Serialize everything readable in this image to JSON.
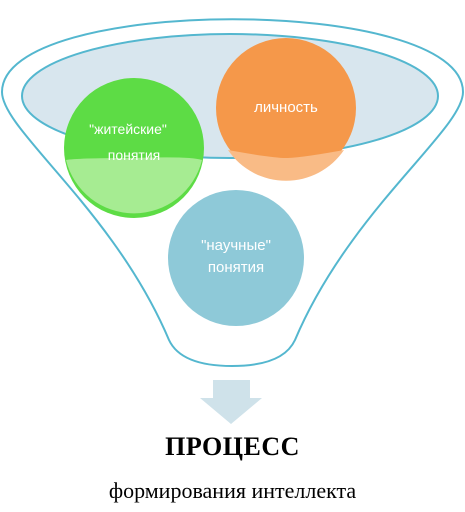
{
  "diagram": {
    "circles": {
      "everyday": {
        "line1": "\"житейские\"",
        "line2": "понятия",
        "color": "#5ddc45"
      },
      "personality": {
        "label": "личность",
        "color": "#f5984a"
      },
      "scientific": {
        "line1": "\"научные\"",
        "line2": "понятия",
        "color": "#8ec9d8"
      }
    },
    "funnel": {
      "outline_color": "#54b7cf",
      "fill_color": "#d8e6ee"
    },
    "arrow_color": "#cfe2ea"
  },
  "footer": {
    "title": "ПРОЦЕСС",
    "subtitle": "формирования интеллекта"
  }
}
